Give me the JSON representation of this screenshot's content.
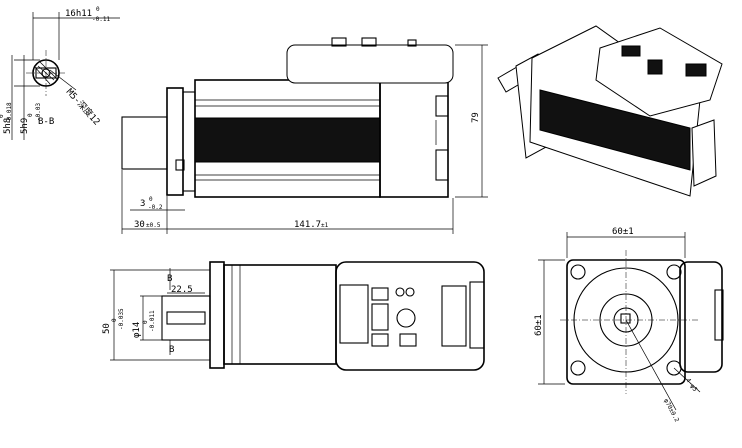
{
  "drawing": {
    "section_view": {
      "width_label": "16h11",
      "width_tol_top": "0",
      "width_tol_bottom": "-0.11",
      "dim_a": "5h8",
      "dim_a_tol_top": "0",
      "dim_a_tol_bottom": "-0.018",
      "dim_b": "5h9",
      "dim_b_tol_top": "0",
      "dim_b_tol_bottom": "-0.03",
      "thread_label": "M5-深度12",
      "section_label": "B-B"
    },
    "side_view": {
      "height_label": "79",
      "length_label": "141.7",
      "length_tol": "±1",
      "shaft_len_label": "30",
      "shaft_len_tol": "±0.5",
      "flange_label": "3",
      "flange_tol_top": "0",
      "flange_tol_bottom": "-0.2"
    },
    "bottom_view": {
      "key_len_label": "22.5",
      "section_mark_top": "B",
      "section_mark_bottom": "B",
      "pilot_label": "50",
      "pilot_tol_top": "0",
      "pilot_tol_bottom": "-0.035",
      "shaft_label": "φ14",
      "shaft_tol_top": "0",
      "shaft_tol_bottom": "-0.011"
    },
    "front_view": {
      "width_label": "60±1",
      "height_label": "60±1",
      "hole_label": "4-φ5",
      "pcd_label": "φ70±0.2"
    }
  }
}
